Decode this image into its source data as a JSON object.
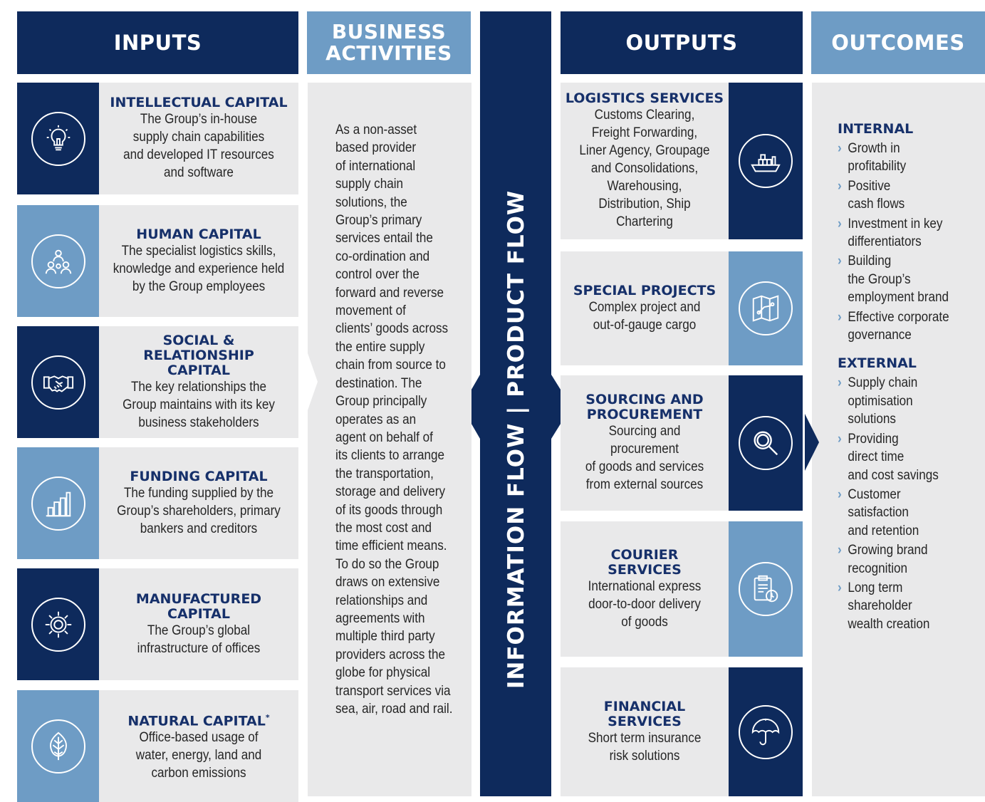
{
  "headers": {
    "inputs": "INPUTS",
    "business_activities": "BUSINESS\nACTIVITIES",
    "outputs": "OUTPUTS",
    "outcomes": "OUTCOMES"
  },
  "flow_label": "INFORMATION FLOW | PRODUCT FLOW",
  "inputs": [
    {
      "title": "INTELLECTUAL CAPITAL",
      "desc": "The Group’s in-house\nsupply chain capabilities\nand developed IT resources\nand software",
      "icon": "lightbulb-icon"
    },
    {
      "title": "HUMAN CAPITAL",
      "desc": "The specialist logistics skills,\nknowledge and experience held\nby the Group employees",
      "icon": "people-icon"
    },
    {
      "title": "SOCIAL &\nRELATIONSHIP\nCAPITAL",
      "desc": "The key relationships the\nGroup maintains with its key\nbusiness stakeholders",
      "icon": "handshake-icon"
    },
    {
      "title": "FUNDING CAPITAL",
      "desc": "The funding supplied by the\nGroup’s shareholders, primary\nbankers and creditors",
      "icon": "bar-chart-icon"
    },
    {
      "title": "MANUFACTURED\nCAPITAL",
      "desc": "The Group’s global\ninfrastructure of offices",
      "icon": "gear-icon"
    },
    {
      "title": "NATURAL CAPITAL",
      "title_sup": "*",
      "desc": "Office-based usage of\nwater, energy, land and\ncarbon emissions",
      "icon": "leaf-icon"
    }
  ],
  "business_activities_text": "As a non-asset\nbased provider\nof international\nsupply chain\nsolutions, the\nGroup’s primary\nservices entail the\nco-ordination and\ncontrol over the\nforward and reverse\nmovement of\nclients’ goods across\nthe entire supply\nchain from source to\ndestination. The\nGroup principally\noperates as an\nagent on behalf of\nits clients to arrange\nthe transportation,\nstorage and delivery\nof its goods through\nthe most cost and\ntime efficient means.\nTo do so the Group\ndraws on extensive\nrelationships and\nagreements with\nmultiple third party\nproviders across the\nglobe for physical\ntransport services via\nsea, air, road and rail.",
  "outputs": [
    {
      "title": "LOGISTICS SERVICES",
      "desc": "Customs Clearing,\nFreight Forwarding,\nLiner Agency, Groupage\nand Consolidations,\nWarehousing,\nDistribution, Ship\nChartering",
      "icon": "ship-icon"
    },
    {
      "title": "SPECIAL PROJECTS",
      "desc": "Complex project and\nout-of-gauge cargo",
      "icon": "map-icon"
    },
    {
      "title": "SOURCING AND\nPROCUREMENT",
      "desc": "Sourcing and\nprocurement\nof goods and services\nfrom external sources",
      "icon": "magnifier-icon"
    },
    {
      "title": "COURIER\nSERVICES",
      "desc": "International express\ndoor-to-door delivery\nof goods",
      "icon": "clipboard-clock-icon"
    },
    {
      "title": "FINANCIAL\nSERVICES",
      "desc": "Short term insurance\nrisk solutions",
      "icon": "umbrella-icon"
    }
  ],
  "outcomes": {
    "internal_title": "INTERNAL",
    "internal": [
      "Growth in\nprofitability",
      "Positive\ncash flows",
      "Investment in key\ndifferentiators",
      "Building\nthe Group’s\nemployment brand",
      "Effective corporate\ngovernance"
    ],
    "external_title": "EXTERNAL",
    "external": [
      "Supply chain\noptimisation\nsolutions",
      "Providing\ndirect time\nand cost savings",
      "Customer\nsatisfaction\nand retention",
      "Growing brand\nrecognition",
      "Long term\nshareholder\nwealth creation"
    ]
  },
  "colors": {
    "navy": "#0e2a5c",
    "light_blue": "#6e9cc5",
    "grey": "#e9e9ea",
    "title_blue": "#16306a"
  }
}
